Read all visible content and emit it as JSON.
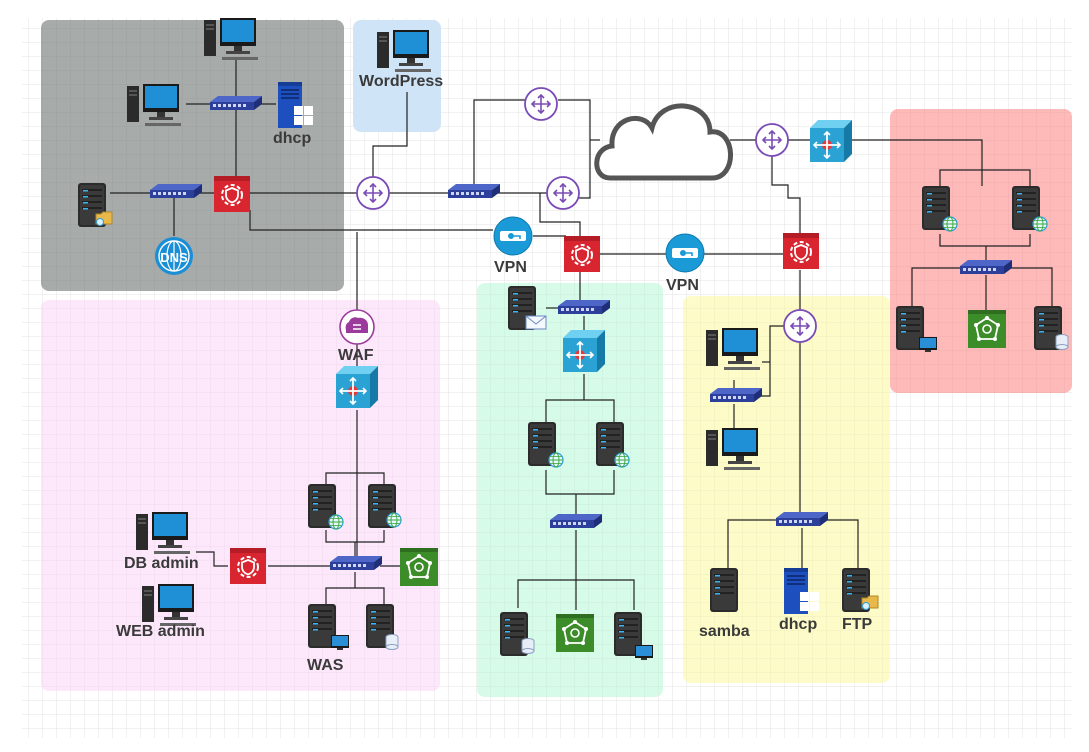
{
  "labels": {
    "dhcp_top": "dhcp",
    "wordpress": "WordPress",
    "dns": "DNS",
    "vpn1": "VPN",
    "vpn2": "VPN",
    "waf": "WAF",
    "db_admin": "DB admin",
    "web_admin": "WEB admin",
    "was": "WAS",
    "samba": "samba",
    "dhcp_bottom": "dhcp",
    "ftp": "FTP"
  },
  "colors": {
    "zone_gray": "#a7acab",
    "zone_blue": "#cfe4f6",
    "zone_pink": "#fde8fb",
    "zone_green": "#d6fbe8",
    "zone_yellow": "#fdfcc8",
    "zone_red": "#feb9b9",
    "firewall": "#d9252f",
    "router": "#7a4bb5",
    "switch": "#2c3f9a",
    "l3switch": "#2aa3d4",
    "server": "#2a2a2a",
    "monitor": "#1f8fd6",
    "green_box": "#3d8c2a",
    "waf": "#9b3b9b",
    "vpn": "#1a9ad6",
    "windows": "#1e4fbf",
    "grid": "#e1e1e1",
    "link": "#222222"
  }
}
